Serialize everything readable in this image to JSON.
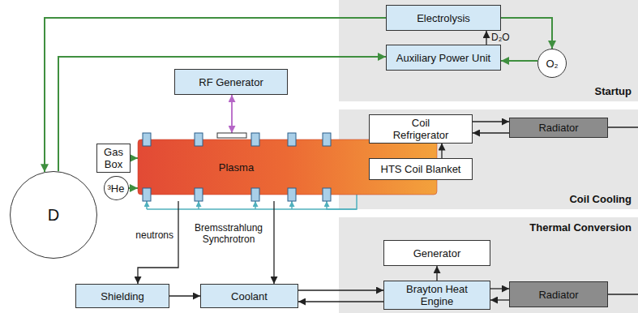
{
  "diagram": {
    "nodes": [
      {
        "text": [
          "Startup"
        ]
      },
      {
        "text": [
          "Electrolysis"
        ],
        "in": 0
      },
      {
        "text": [
          "Auxiliary Power Unit"
        ],
        "in": 0
      },
      {
        "text": [
          "O₂"
        ],
        "in": 0
      },
      {
        "text": [
          "D"
        ]
      },
      {
        "text": [
          "Gas Box"
        ]
      },
      {
        "text": [
          "RF Generator"
        ]
      },
      {
        "text": [
          "Plasma"
        ]
      },
      {
        "text": [
          "³He"
        ]
      },
      {
        "text": [
          "Coil Cooling"
        ]
      },
      {
        "text": [
          "Coil Refrigerator"
        ],
        "in": 9
      },
      {
        "text": [
          "HTS Coil Blanket"
        ],
        "in": 9
      },
      {
        "text": [
          "Radiator"
        ],
        "in": 9
      },
      {
        "text": [
          "Shielding"
        ]
      },
      {
        "text": [
          "Coolant"
        ]
      },
      {
        "text": [
          "Thermal Conversion"
        ]
      },
      {
        "text": [
          "Generator"
        ],
        "in": 15
      },
      {
        "text": [
          "Brayton Heat Engine"
        ],
        "in": 15
      },
      {
        "text": [
          "Radiator"
        ],
        "in": 15
      }
    ],
    "edges": [
      {
        "from": 1,
        "to": 3,
        "arrow": "to"
      },
      {
        "from": 3,
        "to": 2,
        "arrow": "to"
      },
      {
        "from": 1,
        "to": 4,
        "arrow": "to"
      },
      {
        "from": 4,
        "to": 2,
        "arrow": "to"
      },
      {
        "from": 2,
        "to": 1,
        "arrow": "to",
        "label": "D₂O"
      },
      {
        "from": 5,
        "to": 7,
        "arrow": "to"
      },
      {
        "from": 8,
        "to": 7,
        "arrow": "to"
      },
      {
        "from": 6,
        "to": 7,
        "arrow": "both"
      },
      {
        "from": 11,
        "to": 7,
        "arrow": "to"
      },
      {
        "from": 10,
        "to": 11,
        "arrow": "to"
      },
      {
        "from": 11,
        "to": 10,
        "arrow": "to"
      },
      {
        "from": 10,
        "to": 12,
        "arrow": "to"
      },
      {
        "from": 12,
        "to": 10,
        "arrow": "to"
      },
      {
        "from": 7,
        "to": 13,
        "arrow": "to",
        "label": "neutrons"
      },
      {
        "from": 7,
        "to": 14,
        "arrow": "to",
        "label": "Bremsstrahlung Synchrotron"
      },
      {
        "from": 13,
        "to": 14,
        "arrow": "to"
      },
      {
        "from": 14,
        "to": 17,
        "arrow": "to"
      },
      {
        "from": 17,
        "to": 14,
        "arrow": "to"
      },
      {
        "from": 17,
        "to": 16,
        "arrow": "to"
      },
      {
        "from": 17,
        "to": 18,
        "arrow": "to"
      },
      {
        "from": 18,
        "to": 17,
        "arrow": "to"
      }
    ]
  }
}
